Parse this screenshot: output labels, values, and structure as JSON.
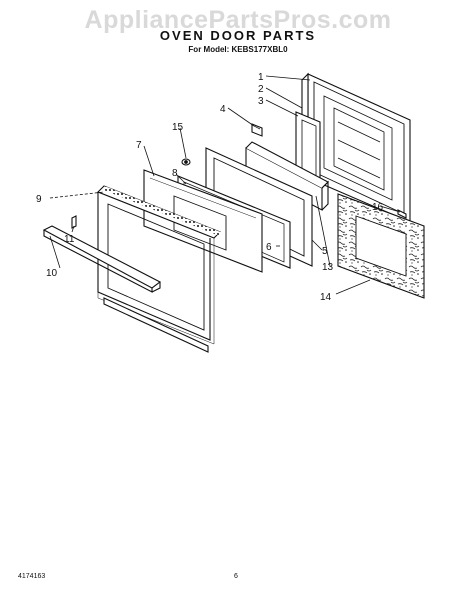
{
  "watermark": "AppliancePartsPros.com",
  "title": "OVEN DOOR PARTS",
  "model": "For Model: KEBS177XBL0",
  "callouts": [
    "1",
    "2",
    "3",
    "4",
    "5",
    "6",
    "7",
    "8",
    "9",
    "10",
    "11",
    "13",
    "14",
    "15",
    "16"
  ],
  "footer": {
    "doc_number": "4174163",
    "page_number": "6"
  }
}
